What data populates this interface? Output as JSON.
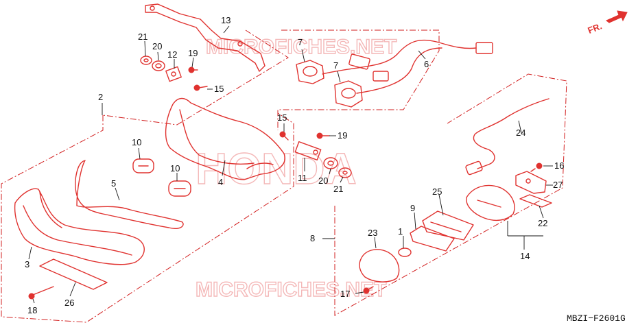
{
  "diagram": {
    "watermarks": [
      "MICROFICHES.NET",
      "HONDA",
      "MICROFICHES.NET"
    ],
    "direction_arrow": {
      "label": "FR.",
      "icon": "forward-arrow-icon"
    },
    "drawing_code": "MBZI−F2601G",
    "callouts": [
      {
        "id": "c1",
        "label": "1"
      },
      {
        "id": "c2",
        "label": "2"
      },
      {
        "id": "c3",
        "label": "3"
      },
      {
        "id": "c4",
        "label": "4"
      },
      {
        "id": "c5",
        "label": "5"
      },
      {
        "id": "c6",
        "label": "6"
      },
      {
        "id": "c7a",
        "label": "7"
      },
      {
        "id": "c7b",
        "label": "7"
      },
      {
        "id": "c8",
        "label": "8"
      },
      {
        "id": "c9",
        "label": "9"
      },
      {
        "id": "c10a",
        "label": "10"
      },
      {
        "id": "c10b",
        "label": "10"
      },
      {
        "id": "c11",
        "label": "11"
      },
      {
        "id": "c12",
        "label": "12"
      },
      {
        "id": "c13",
        "label": "13"
      },
      {
        "id": "c14",
        "label": "14"
      },
      {
        "id": "c15a",
        "label": "15"
      },
      {
        "id": "c15b",
        "label": "15"
      },
      {
        "id": "c16",
        "label": "16"
      },
      {
        "id": "c17",
        "label": "17"
      },
      {
        "id": "c18",
        "label": "18"
      },
      {
        "id": "c19a",
        "label": "19"
      },
      {
        "id": "c19b",
        "label": "19"
      },
      {
        "id": "c20a",
        "label": "20"
      },
      {
        "id": "c20b",
        "label": "20"
      },
      {
        "id": "c21a",
        "label": "21"
      },
      {
        "id": "c21b",
        "label": "21"
      },
      {
        "id": "c22",
        "label": "22"
      },
      {
        "id": "c23",
        "label": "23"
      },
      {
        "id": "c24",
        "label": "24"
      },
      {
        "id": "c25",
        "label": "25"
      },
      {
        "id": "c26",
        "label": "26"
      },
      {
        "id": "c27",
        "label": "27"
      }
    ]
  }
}
